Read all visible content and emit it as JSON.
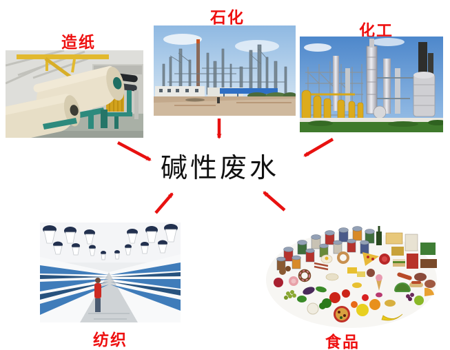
{
  "diagram": {
    "center": {
      "label": "碱性废水"
    },
    "sources": [
      {
        "id": "papermaking",
        "label": "造纸"
      },
      {
        "id": "petrochemical",
        "label": "石化"
      },
      {
        "id": "chemical",
        "label": "化工"
      },
      {
        "id": "textile",
        "label": "纺织"
      },
      {
        "id": "food",
        "label": "食品"
      }
    ],
    "colors": {
      "label_red": "#ee1010",
      "arrow_red": "#e81110",
      "center_text": "#111111",
      "background": "#ffffff"
    }
  }
}
